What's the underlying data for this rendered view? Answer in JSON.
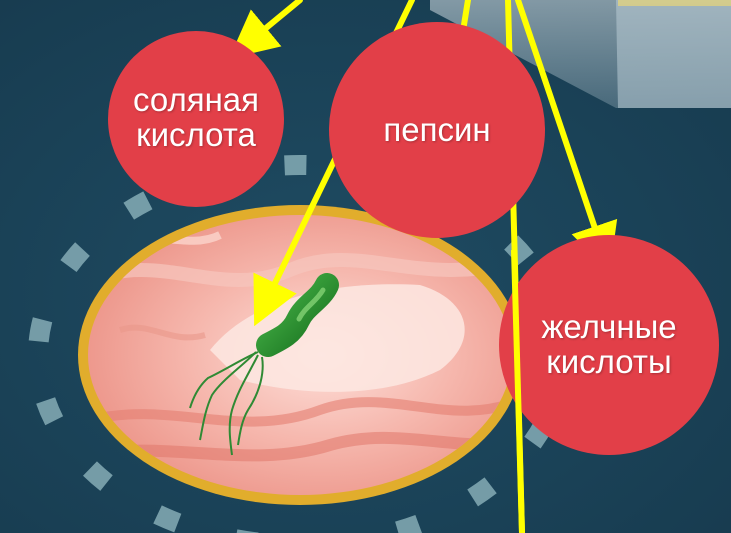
{
  "labels": {
    "hydrochloric_acid": [
      "соляная",
      "кислота"
    ],
    "pepsin": [
      "пепсин"
    ],
    "bile_acids": [
      "желчные",
      "кислоты"
    ]
  },
  "colors": {
    "background": "#1f4a60",
    "circle": "#e23f48",
    "arrow": "#ffff00",
    "ring": "#e1ad2c",
    "dash": "#7fa6b0",
    "tissue": "#f1a9a0",
    "bacterium": "#2c9630"
  },
  "icons": {
    "bacterium": "helicobacter-pylori-icon",
    "package": "medicine-package-icon"
  }
}
